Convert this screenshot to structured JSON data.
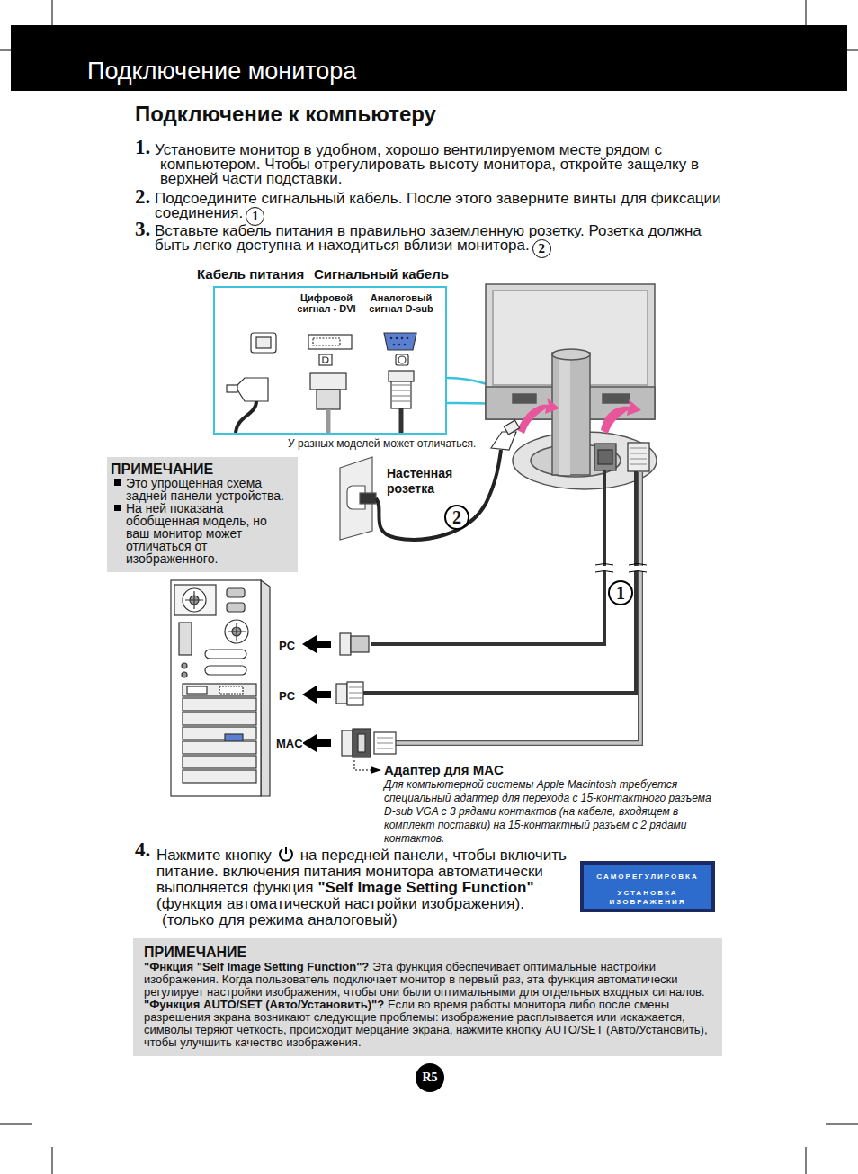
{
  "diagram": {
    "title": "Подключение к компьютеру",
    "nodes": [
      {
        "text": [
          "Подключение монитора"
        ]
      },
      {
        "text": [
          "1"
        ]
      },
      {
        "text": [
          "2"
        ]
      },
      {
        "text": [
          "Цифровой сигнал - DVI",
          "Аналоговый сигнал D-sub"
        ]
      },
      {
        "text": [
          "ПРИМЕЧАНИЕ",
          "Это упрощенная схема задней панели устройства.",
          "На ней показана обобщенная модель, но ваш монитор может отличаться от изображенного."
        ]
      },
      {
        "text": [
          "2"
        ]
      },
      {
        "text": [
          "1"
        ]
      },
      {
        "text": [
          "САМОРЕГУЛИРОВКА",
          "УСТАНОВКА ИЗОБРАЖЕНИЯ"
        ]
      },
      {
        "text": [
          "ПРИМЕЧАНИЕ",
          "\"Фнкция \"Self Image Setting Function\"?",
          "Эта функция обеспечивает оптимальные настройки изображения. Когда пользователь подключает монитор в первый раз, эта функция автоматически регулирует настройки изображения, чтобы они были оптимальными для отдельных входных сигналов.",
          "\"Функция AUTO/SET (Авто/Установить)\"?",
          "Если во время работы монитора либо после смены разрешения экрана возникают следующие проблемы: изображение расплывается или искажается, символы теряют четкость, происходит мерцание экрана, нажмите кнопку AUTO/SET (Авто/Установить), чтобы улучшить качество изображения."
        ]
      },
      {
        "text": [
          "R5"
        ]
      }
    ],
    "labels": [
      "1.",
      "Установите монитор в удобном, хорошо вентилируемом месте рядом с компьютером. Чтобы отрегулировать высоту монитора, откройте защелку в верхней части подставки.",
      "2.",
      "Подсоедините сигнальный кабель. После этого заверните винты для фиксации соединения.",
      "3.",
      "Вставьте кабель питания в правильно заземленную розетку. Розетка должна быть легко доступна и находиться вблизи монитора.",
      "Кабель питания",
      "Сигнальный кабель",
      "У разных моделей может отличаться.",
      "Настенная розетка",
      "PC",
      "PC",
      "MAC",
      "Адаптер для MAC",
      "Для компьютерной системы Apple Macintosh требуется специальный адаптер для перехода с 15-контактного разъема D-sub VGA с 3 рядами контактов (на кабеле, входящем в комплект поставки) на 15-контактный разъем с 2 рядами контактов.",
      "4.",
      "Нажмите кнопку",
      "на передней панели, чтобы включить питание. включения питания монитора автоматически выполняется функция",
      "\"Self Image Setting Function\"",
      "(функция автоматической настройки изображения).",
      "(только для режима аналоговый)"
    ]
  }
}
